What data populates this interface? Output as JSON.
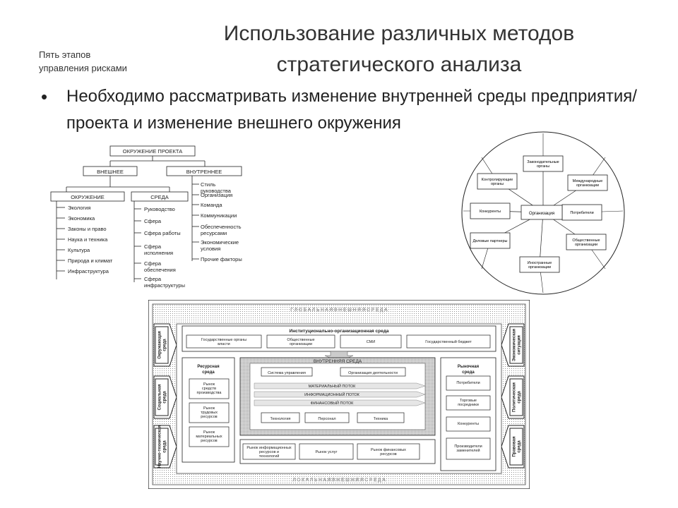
{
  "slide": {
    "side_label": "Пять этапов\nуправления рисками",
    "title": "Использование различных методов стратегического анализа",
    "bullet": "Необходимо рассматривать изменение внутренней среды предприятия/проекта и изменение внешнего окружения"
  },
  "tree_diagram": {
    "root": "ОКРУЖЕНИЕ ПРОЕКТА",
    "branch_external": "ВНЕШНЕЕ",
    "branch_internal": "ВНУТРЕННЕЕ",
    "sub_environment": "ОКРУЖЕНИЕ",
    "sub_medium": "СРЕДА",
    "environment_items": [
      "Экология",
      "Экономика",
      "Законы и право",
      "Наука и техника",
      "Культура",
      "Природа и климат",
      "Инфраструктура"
    ],
    "medium_items": [
      "Руководство",
      "Сфера",
      "Сфера работы",
      "Сфера исполнения",
      "Сфера обеспечения",
      "Сфера инфраструктуры"
    ],
    "internal_items": [
      "Стиль руководства",
      "Организация",
      "Команда",
      "Коммуникации",
      "Обеспеченность ресурсами",
      "Экономические условия",
      "Прочие факторы"
    ]
  },
  "circle_diagram": {
    "center": "Организация",
    "nodes": [
      "Законодательные органы",
      "Контролирующие органы",
      "Международные организации",
      "Конкуренты",
      "Потребители",
      "Деловые партнеры",
      "Общественные организации",
      "Иностранные организации"
    ]
  },
  "env_diagram": {
    "global_label": "Г Л О Б А Л Ь Н А Я   В Н Е Ш Н Я Я   С Р Е Д А",
    "local_label": "Л О К А Л Ь Н А Я   В Н Е Ш Н Я Я   С Р Е Д А",
    "left_side": [
      "Окружающая среда",
      "Социальная среда",
      "Научно-техническая среда"
    ],
    "right_side": [
      "Экономическая ситуация",
      "Политическая среда",
      "Правовая среда"
    ],
    "institutional_title": "Институционально-организационная среда",
    "institutional_items": [
      "Государственные органы власти",
      "Общественные организации",
      "СМИ",
      "Государственный бюджет"
    ],
    "internal_title": "ВНУТРЕННЯЯ СРЕДА",
    "internal_top": [
      "Система управления",
      "Организация деятельности"
    ],
    "flows": [
      "МАТЕРИАЛЬНЫЙ ПОТОК",
      "ИНФОРМАЦИОННЫЙ ПОТОК",
      "ФИНАНСОВЫЙ ПОТОК"
    ],
    "internal_bottom": [
      "Технология",
      "Персонал",
      "Техника"
    ],
    "resource_title": "Ресурсная среда",
    "resource_items": [
      "Рынок средств производства",
      "Рынок трудовых ресурсов",
      "Рынок материальных ресурсов"
    ],
    "market_title": "Рыночная среда",
    "market_items": [
      "Потребители",
      "Торговые посредники",
      "Конкуренты",
      "Производители заменителей"
    ],
    "bottom_items": [
      "Рынок информационных ресурсов и технологий",
      "Рынок услуг",
      "Рынок финансовых ресурсов"
    ]
  }
}
